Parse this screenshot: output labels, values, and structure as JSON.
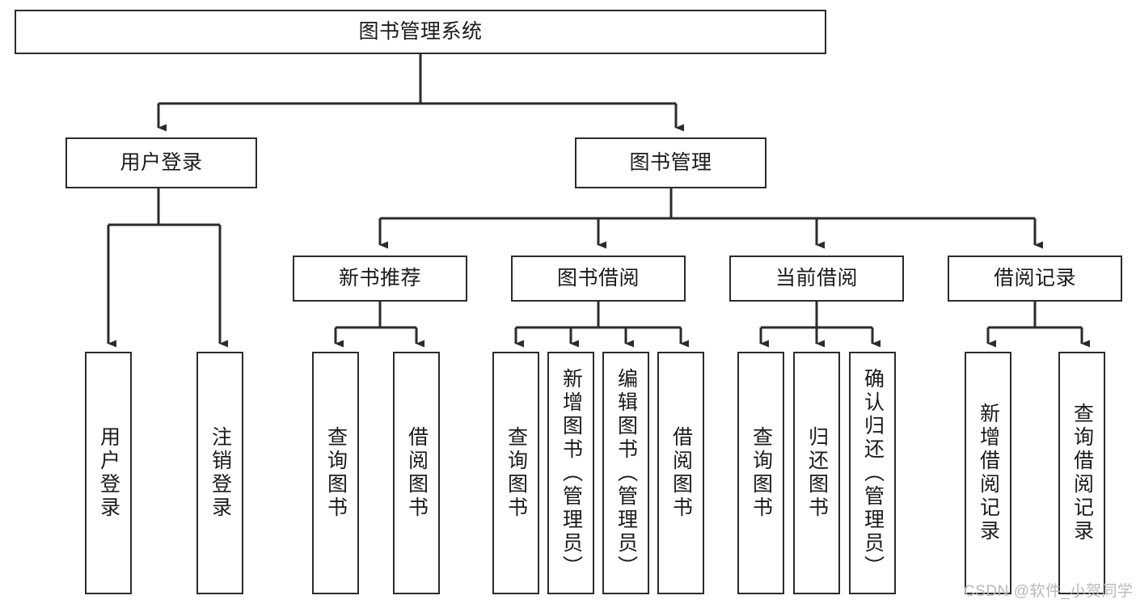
{
  "diagram": {
    "type": "tree-hierarchy-chart",
    "title": "图书管理系统",
    "orientation": "top-down",
    "colors": {
      "stroke": "#2b2b2b",
      "fill": "#ffffff",
      "text": "#1a1a1a",
      "watermark": "#b9b9b9"
    },
    "nodes": {
      "root": {
        "label": "图书管理系统"
      },
      "level2": [
        {
          "id": "user-login",
          "label": "用户登录"
        },
        {
          "id": "book-management",
          "label": "图书管理"
        }
      ],
      "level3": [
        {
          "id": "new-book-recommend",
          "label": "新书推荐"
        },
        {
          "id": "book-borrow",
          "label": "图书借阅"
        },
        {
          "id": "current-borrow",
          "label": "当前借阅"
        },
        {
          "id": "borrow-record",
          "label": "借阅记录"
        }
      ],
      "leaves": {
        "user-login": [
          {
            "id": "leaf-user-login",
            "label": "用户登录"
          },
          {
            "id": "leaf-logout-login",
            "label": "注销登录"
          }
        ],
        "new-book-recommend": [
          {
            "id": "leaf-query-book-1",
            "label": "查询图书"
          },
          {
            "id": "leaf-borrow-book-1",
            "label": "借阅图书"
          }
        ],
        "book-borrow": [
          {
            "id": "leaf-query-book-2",
            "label": "查询图书"
          },
          {
            "id": "leaf-add-book",
            "label": "新增图书（管理员）"
          },
          {
            "id": "leaf-edit-book",
            "label": "编辑图书（管理员）"
          },
          {
            "id": "leaf-borrow-book-2",
            "label": "借阅图书"
          }
        ],
        "current-borrow": [
          {
            "id": "leaf-query-book-3",
            "label": "查询图书"
          },
          {
            "id": "leaf-return-book",
            "label": "归还图书"
          },
          {
            "id": "leaf-confirm-return",
            "label": "确认归还（管理员）"
          }
        ],
        "borrow-record": [
          {
            "id": "leaf-add-borrow-record",
            "label": "新增借阅记录"
          },
          {
            "id": "leaf-query-borrow-record",
            "label": "查询借阅记录"
          }
        ]
      }
    },
    "watermark": "CSDN @软件_小贺同学"
  }
}
